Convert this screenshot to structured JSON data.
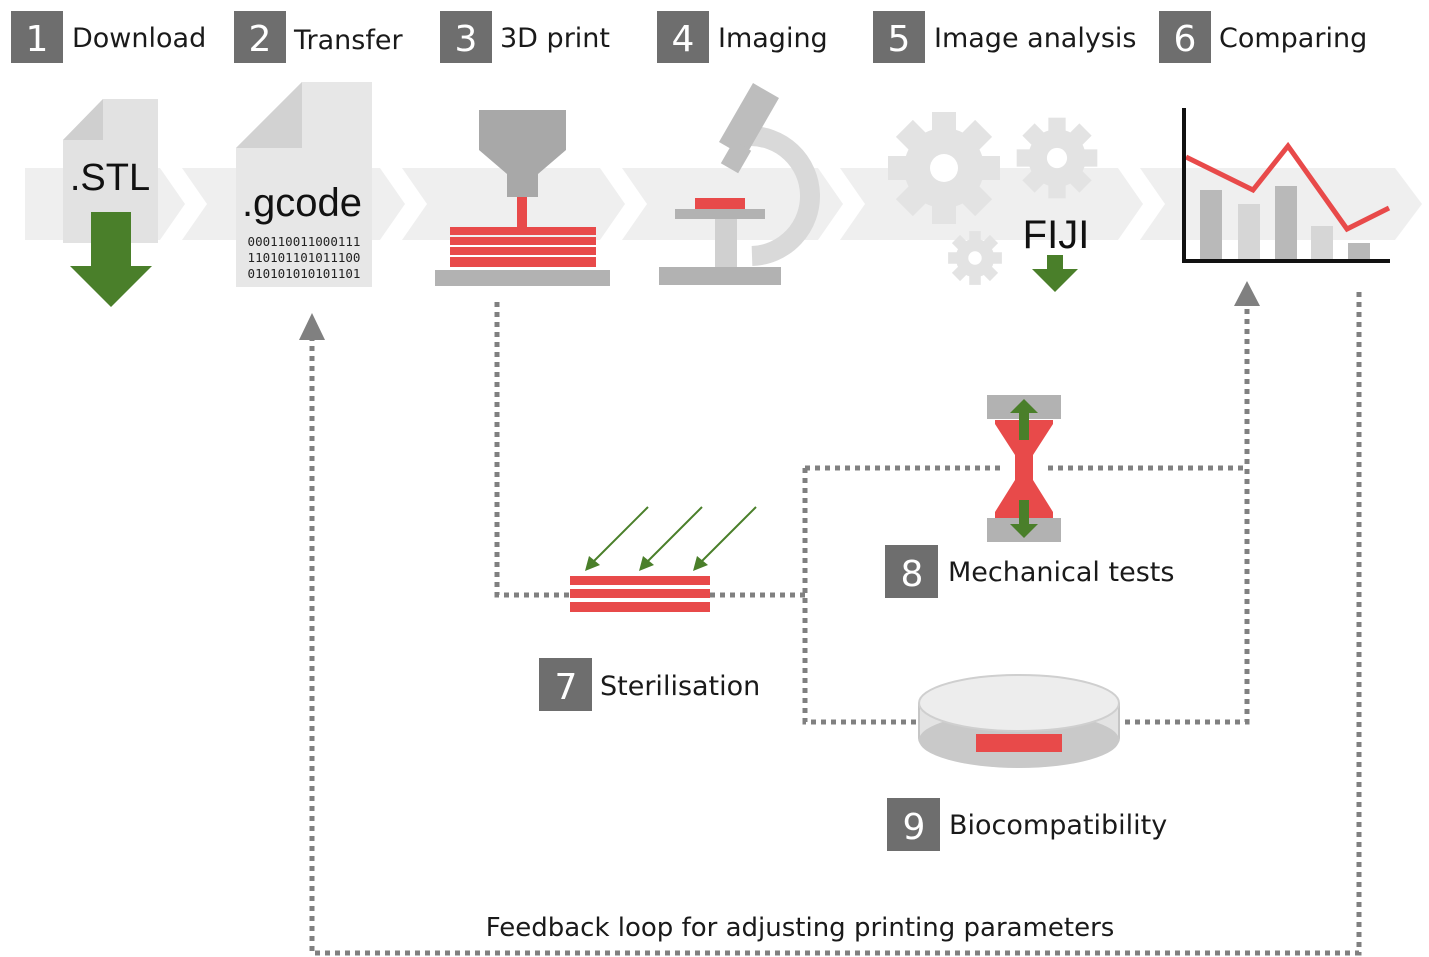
{
  "steps": [
    {
      "number": "1",
      "label": "Download"
    },
    {
      "number": "2",
      "label": "Transfer"
    },
    {
      "number": "3",
      "label": "3D print"
    },
    {
      "number": "4",
      "label": "Imaging"
    },
    {
      "number": "5",
      "label": "Image analysis"
    },
    {
      "number": "6",
      "label": "Comparing"
    },
    {
      "number": "7",
      "label": "Sterilisation"
    },
    {
      "number": "8",
      "label": "Mechanical tests"
    },
    {
      "number": "9",
      "label": "Biocompatibility"
    }
  ],
  "file_stl": ".STL",
  "file_gcode": ".gcode",
  "gcode_lines": [
    "000110011000111",
    "110101101011100",
    "010101010101101"
  ],
  "fiji_label": "FIJI",
  "feedback_label": "Feedback loop for adjusting printing parameters",
  "colors": {
    "badge": "#6e6e6e",
    "accent_red": "#e84a4a",
    "arrow_green": "#4a7f2a",
    "icon_gray": "#b2b2b2",
    "band_gray": "#efefef",
    "dotted_line": "#808080"
  }
}
